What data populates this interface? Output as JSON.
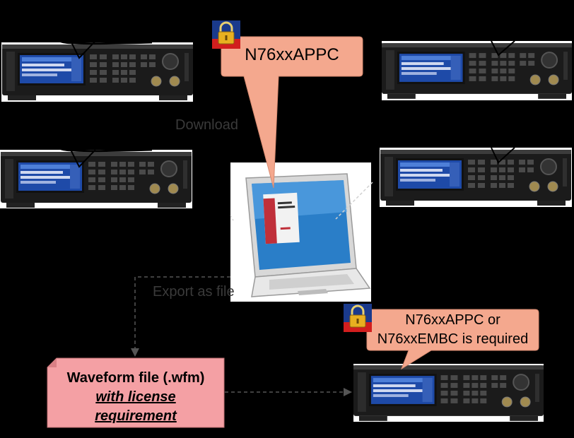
{
  "callouts": {
    "top": "N76xxAPPC",
    "bottom_line1": "N76xxAPPC or",
    "bottom_line2": "N76xxEMBC is required"
  },
  "labels": {
    "download": "Download",
    "export": "Export as file"
  },
  "waveform_box": {
    "title": "Waveform file (.wfm)",
    "line2": "with license",
    "line3": "requirement"
  },
  "colors": {
    "callout_fill": "#f4a88e",
    "wfm_fill": "#f4a0a4",
    "lock_gold": "#e8b020",
    "lock_blue": "#1a3a8c",
    "lock_red": "#d21e1e"
  }
}
